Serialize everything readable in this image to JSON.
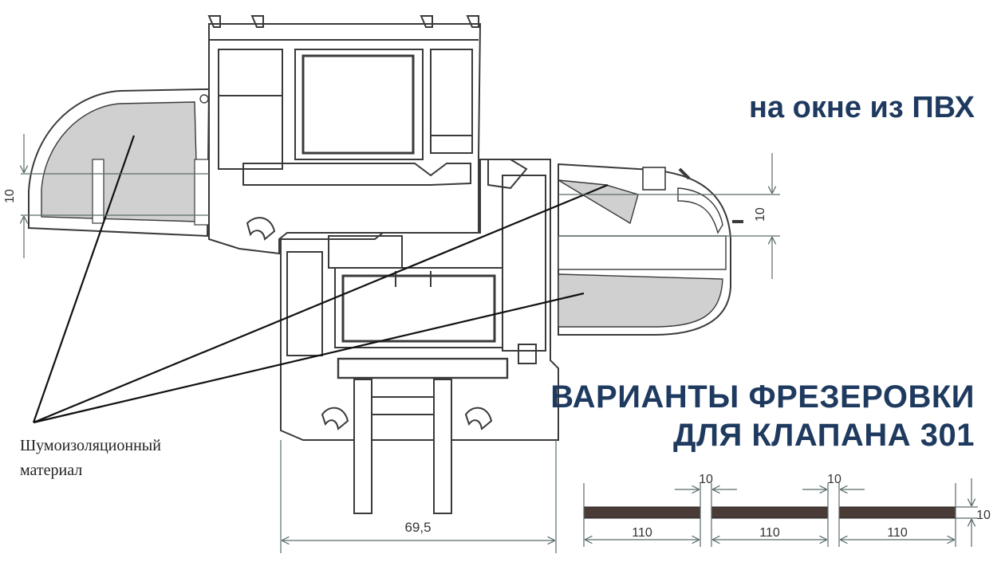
{
  "headings": {
    "subtitle": "на окне из ПВХ",
    "title_line1": "ВАРИАНТЫ ФРЕЗЕРОВКИ",
    "title_line2": "ДЛЯ КЛАПАНА 301"
  },
  "callout": {
    "material_line1": "Шумоизоляционный",
    "material_line2": "материал"
  },
  "dimensions": {
    "left_hood_gap": "10",
    "right_hood_gap": "10",
    "frame_width": "69,5",
    "milling_offset_1": "10",
    "milling_offset_2": "10",
    "milling_thickness": "10",
    "segment_1": "110",
    "segment_2": "110",
    "segment_3": "110"
  },
  "colors": {
    "heading": "#1f3a5f",
    "profile_stroke": "#3a3a3a",
    "insulation_fill": "#d0d0d0",
    "milling_bar": "#4a3b36",
    "dimension_line": "#5a6b6b"
  }
}
